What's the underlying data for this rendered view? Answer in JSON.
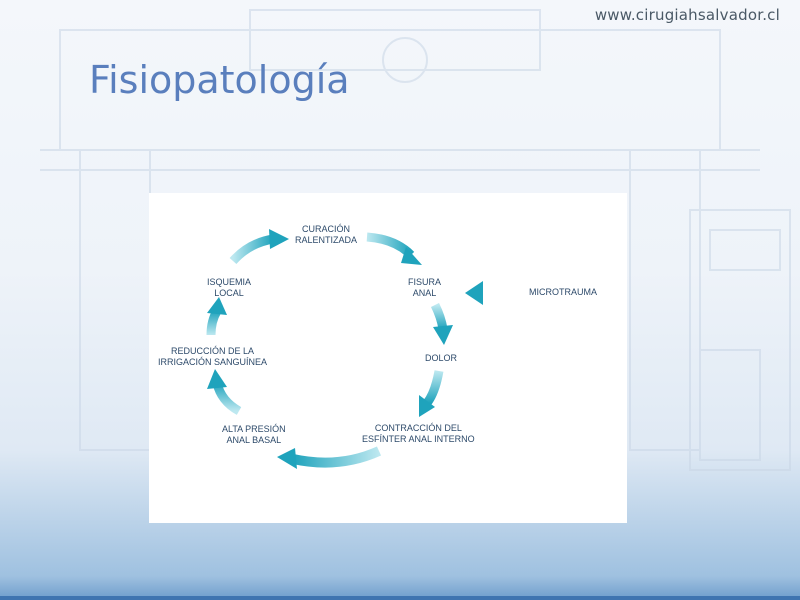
{
  "header": {
    "url": "www.cirugiahsalvador.cl"
  },
  "slide": {
    "title": "Fisiopatología"
  },
  "diagram": {
    "nodes": {
      "curacion": [
        "CURACIÓN",
        "RALENTIZADA"
      ],
      "fisura": [
        "FISURA",
        "ANAL"
      ],
      "microtrauma": [
        "MICROTRAUMA"
      ],
      "dolor": [
        "DOLOR"
      ],
      "contraccion": [
        "CONTRACCIÓN DEL",
        "ESFÍNTER ANAL INTERNO"
      ],
      "presion": [
        "ALTA PRESIÓN",
        "ANAL BASAL"
      ],
      "reduccion": [
        "REDUCCIÓN DE LA",
        "IRRIGACIÓN SANGUÍNEA"
      ],
      "isquemia": [
        "ISQUEMIA",
        "LOCAL"
      ]
    },
    "colors": {
      "arrow": "#21a7bf",
      "arrow_light": "#bde8f0",
      "text": "#2d4a6a"
    }
  }
}
